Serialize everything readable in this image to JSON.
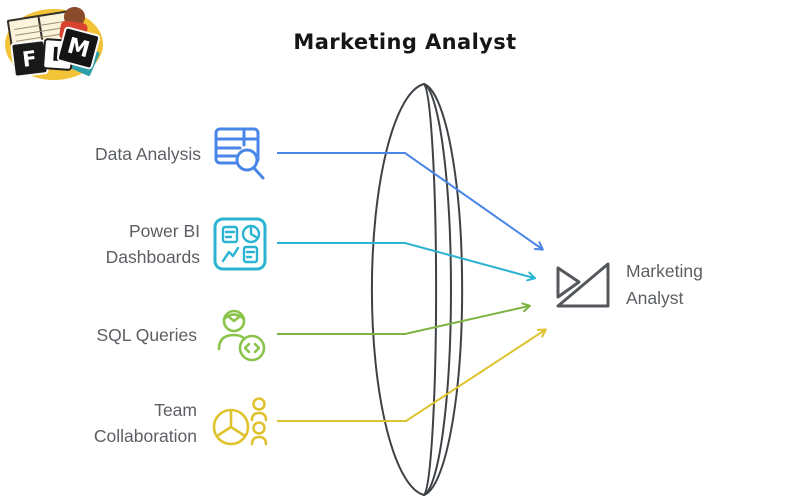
{
  "header": {
    "title": "Marketing Analyst"
  },
  "logo": {
    "name": "FLM reading-kid logo",
    "letters": [
      "F",
      "L",
      "M"
    ],
    "blob_color": "#f2c237",
    "tile_colors": {
      "dark": "#191919",
      "light": "#fdfdfd",
      "teal": "#2e9fa8"
    }
  },
  "skills": [
    {
      "label": "Data Analysis",
      "lines": [
        "Data Analysis"
      ],
      "icon": "table-search-icon",
      "color": "#4a86e8"
    },
    {
      "label": "Power BI Dashboards",
      "lines": [
        "Power BI",
        "Dashboards"
      ],
      "icon": "dashboard-icon",
      "color": "#2bb3d2"
    },
    {
      "label": "SQL Queries",
      "lines": [
        "SQL Queries"
      ],
      "icon": "person-code-icon",
      "color": "#8bc34a"
    },
    {
      "label": "Team Collaboration",
      "lines": [
        "Team",
        "Collaboration"
      ],
      "icon": "pie-people-icon",
      "color": "#dfc32e"
    }
  ],
  "output": {
    "label": "Marketing Analyst",
    "lines": [
      "Marketing",
      "Analyst"
    ],
    "icon": "trend-triangles-icon",
    "color": "#54575b"
  },
  "lens": {
    "shape": "multi-arc-lens",
    "stroke": "#3e4247"
  },
  "colors": {
    "text_gray": "#5b5f63",
    "title_black": "#161616",
    "arrow_blue": "#4a86e8",
    "arrow_cyan": "#2bb3d2",
    "arrow_green": "#7cb342",
    "arrow_yellow": "#dfc32e"
  }
}
